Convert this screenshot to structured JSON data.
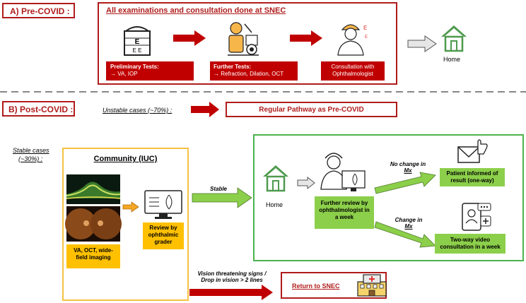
{
  "pre_covid": {
    "label": "A) Pre-COVID :",
    "header": "All examinations and consultation done at SNEC",
    "preliminary": {
      "title": "Preliminary Tests:",
      "detail": "→ VA, IOP"
    },
    "further": {
      "title": "Further Tests:",
      "detail": "→ Refraction, Dilation, OCT"
    },
    "consultation": "Consultation with Ophthalmologist",
    "home": "Home",
    "chart_letters": {
      "line1": "E",
      "line2": "E  E"
    }
  },
  "post_covid": {
    "label": "B) Post-COVID :",
    "unstable": "Unstable cases (~70%) :",
    "regular_pathway": "Regular Pathway as Pre-COVID",
    "stable_title": "Stable cases",
    "stable_pct": "(~30%) :",
    "community_title": "Community (IUC)",
    "imaging_label": "VA, OCT, wide-field imaging",
    "review_grader": "Review by ophthalmic grader",
    "stable_arrow_label": "Stable",
    "home": "Home",
    "further_review": "Further review by ophthalmologist in a week",
    "no_change_line1": "No change in",
    "no_change_line2": "Mx",
    "change_line1": "Change in",
    "change_line2": "Mx",
    "patient_informed": "Patient informed of result (one-way)",
    "two_way": "Two-way video consultation in a week",
    "vision_line1": "Vision threatening signs /",
    "vision_line2": "Drop in vision > 2 lines",
    "return_snec": "Return to SNEC"
  },
  "colors": {
    "red": "#c00000",
    "green": "#8ccf4a",
    "yellow": "#ffc000",
    "home_green": "#4e9a4e"
  }
}
